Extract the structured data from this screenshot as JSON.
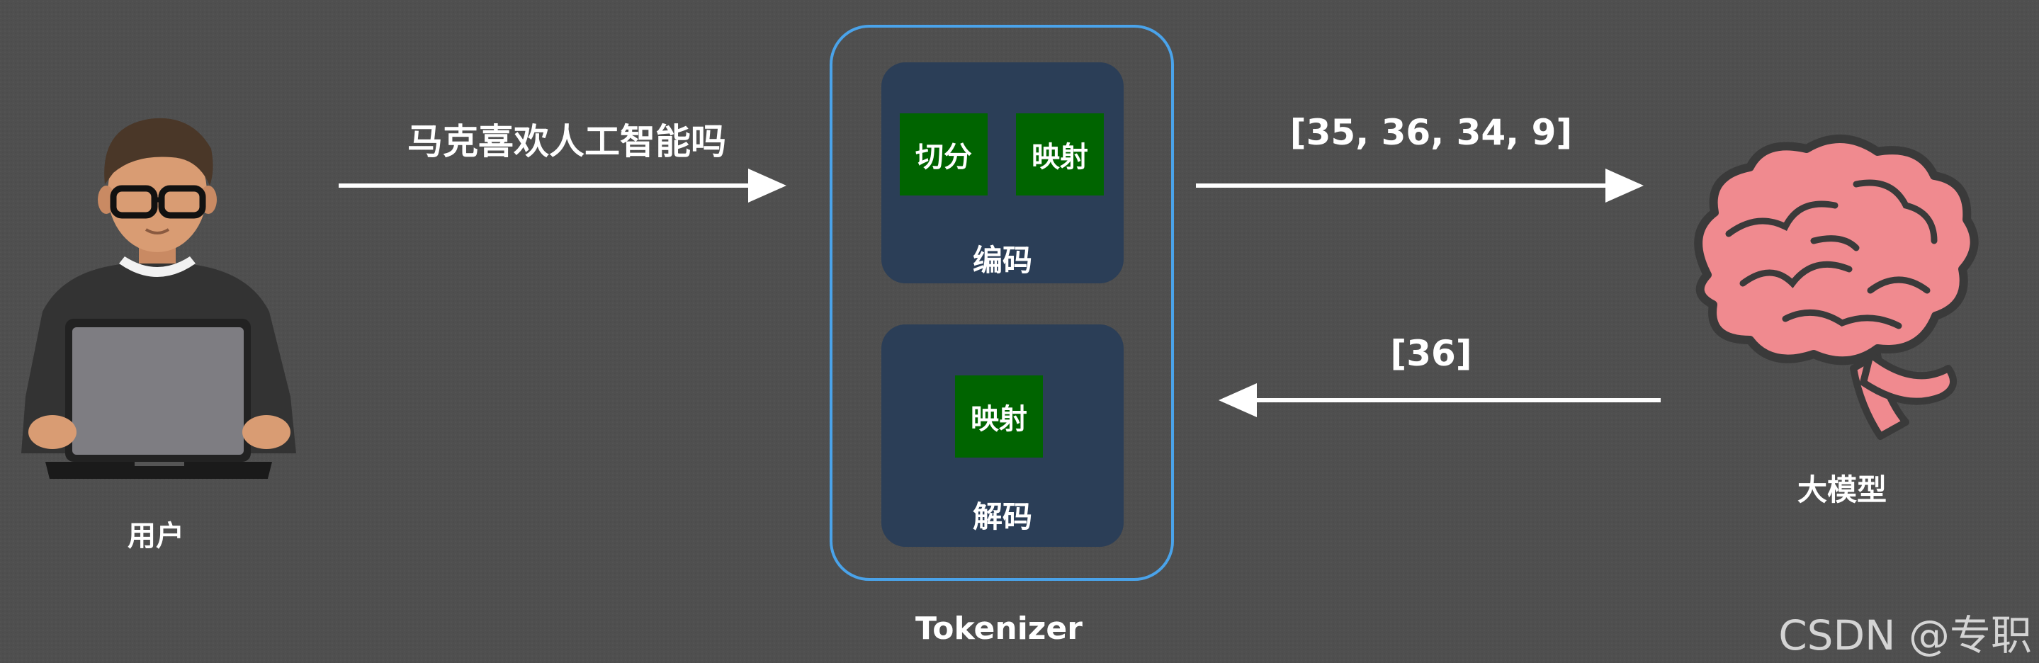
{
  "diagram": {
    "user_label": "用户",
    "input_text": "马克喜欢人工智能吗",
    "tokens_to_model": "[35, 36, 34, 9]",
    "tokens_from_model": "[36]",
    "model_label": "大模型",
    "tokenizer_label": "Tokenizer",
    "encode": {
      "title": "编码",
      "steps": [
        "切分",
        "映射"
      ]
    },
    "decode": {
      "title": "解码",
      "steps": [
        "映射"
      ]
    }
  },
  "watermark": "CSDN @专职",
  "colors": {
    "background": "#4f4f4f",
    "tokenizer_border": "#4aa3ea",
    "panel": "#2b3e57",
    "step_box": "#006400",
    "arrow": "#ffffff",
    "brain": "#f08a8f",
    "brain_outline": "#3a3a3a"
  },
  "icons": [
    "person-with-laptop-icon",
    "brain-icon"
  ]
}
